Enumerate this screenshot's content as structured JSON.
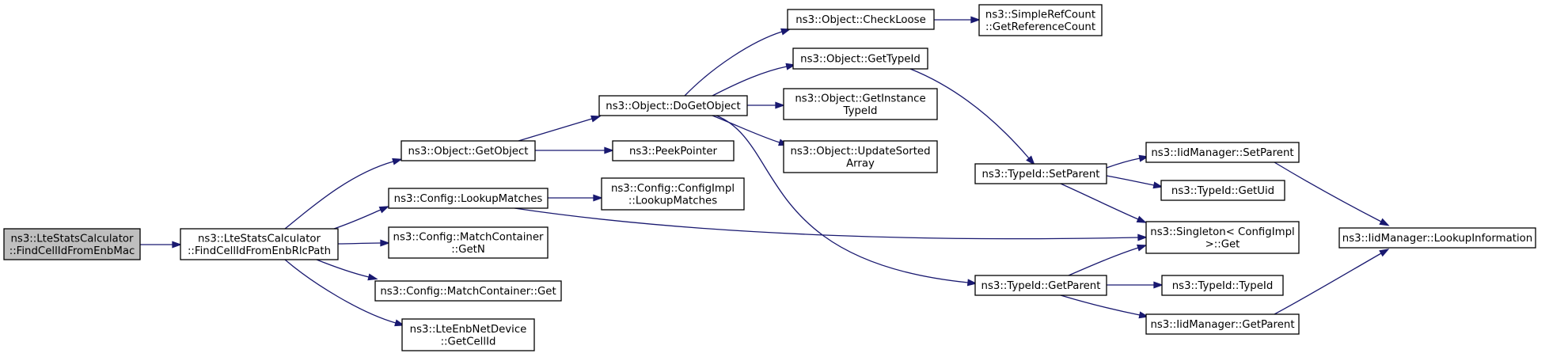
{
  "colors": {
    "edge": "#191970",
    "node_fill": "#ffffff",
    "root_fill": "#bfbfbf",
    "node_stroke": "#000000"
  },
  "nodes": [
    {
      "id": "root",
      "lines": [
        "ns3::LteStatsCalculator",
        "::FindCellIdFromEnbMac"
      ],
      "root": true
    },
    {
      "id": "findcellrlc",
      "lines": [
        "ns3::LteStatsCalculator",
        "::FindCellIdFromEnbRlcPath"
      ]
    },
    {
      "id": "getobject",
      "lines": [
        "ns3::Object::GetObject"
      ]
    },
    {
      "id": "lookupmatches",
      "lines": [
        "ns3::Config::LookupMatches"
      ]
    },
    {
      "id": "getn",
      "lines": [
        "ns3::Config::MatchContainer",
        "::GetN"
      ]
    },
    {
      "id": "mcget",
      "lines": [
        "ns3::Config::MatchContainer::Get"
      ]
    },
    {
      "id": "getcellid",
      "lines": [
        "ns3::LteEnbNetDevice",
        "::GetCellId"
      ]
    },
    {
      "id": "dogetobject",
      "lines": [
        "ns3::Object::DoGetObject"
      ]
    },
    {
      "id": "peekpointer",
      "lines": [
        "ns3::PeekPointer"
      ]
    },
    {
      "id": "configimpllookup",
      "lines": [
        "ns3::Config::ConfigImpl",
        "::LookupMatches"
      ]
    },
    {
      "id": "checkloose",
      "lines": [
        "ns3::Object::CheckLoose"
      ]
    },
    {
      "id": "gettypeid",
      "lines": [
        "ns3::Object::GetTypeId"
      ]
    },
    {
      "id": "getinstancetypeid",
      "lines": [
        "ns3::Object::GetInstance",
        "TypeId"
      ]
    },
    {
      "id": "updatesorted",
      "lines": [
        "ns3::Object::UpdateSorted",
        "Array"
      ]
    },
    {
      "id": "getrefcount",
      "lines": [
        "ns3::SimpleRefCount",
        "::GetReferenceCount"
      ]
    },
    {
      "id": "setparent",
      "lines": [
        "ns3::TypeId::SetParent"
      ]
    },
    {
      "id": "typeidgetparent",
      "lines": [
        "ns3::TypeId::GetParent"
      ]
    },
    {
      "id": "iidsetparent",
      "lines": [
        "ns3::IidManager::SetParent"
      ]
    },
    {
      "id": "getuid",
      "lines": [
        "ns3::TypeId::GetUid"
      ]
    },
    {
      "id": "singletonget",
      "lines": [
        "ns3::Singleton< ConfigImpl",
        " >::Get"
      ]
    },
    {
      "id": "typeidctor",
      "lines": [
        "ns3::TypeId::TypeId"
      ]
    },
    {
      "id": "iidgetparent",
      "lines": [
        "ns3::IidManager::GetParent"
      ]
    },
    {
      "id": "lookupinfo",
      "lines": [
        "ns3::IidManager::LookupInformation"
      ]
    }
  ],
  "edges": [
    {
      "from": "root",
      "to": "findcellrlc"
    },
    {
      "from": "findcellrlc",
      "to": "getobject"
    },
    {
      "from": "findcellrlc",
      "to": "lookupmatches"
    },
    {
      "from": "findcellrlc",
      "to": "getn"
    },
    {
      "from": "findcellrlc",
      "to": "mcget"
    },
    {
      "from": "findcellrlc",
      "to": "getcellid"
    },
    {
      "from": "getobject",
      "to": "dogetobject"
    },
    {
      "from": "getobject",
      "to": "peekpointer"
    },
    {
      "from": "lookupmatches",
      "to": "configimpllookup"
    },
    {
      "from": "lookupmatches",
      "to": "singletonget"
    },
    {
      "from": "dogetobject",
      "to": "checkloose"
    },
    {
      "from": "dogetobject",
      "to": "gettypeid"
    },
    {
      "from": "dogetobject",
      "to": "getinstancetypeid"
    },
    {
      "from": "dogetobject",
      "to": "updatesorted"
    },
    {
      "from": "dogetobject",
      "to": "typeidgetparent"
    },
    {
      "from": "checkloose",
      "to": "getrefcount"
    },
    {
      "from": "gettypeid",
      "to": "setparent"
    },
    {
      "from": "setparent",
      "to": "iidsetparent"
    },
    {
      "from": "setparent",
      "to": "getuid"
    },
    {
      "from": "setparent",
      "to": "singletonget"
    },
    {
      "from": "typeidgetparent",
      "to": "singletonget"
    },
    {
      "from": "typeidgetparent",
      "to": "typeidctor"
    },
    {
      "from": "typeidgetparent",
      "to": "iidgetparent"
    },
    {
      "from": "iidsetparent",
      "to": "lookupinfo"
    },
    {
      "from": "iidgetparent",
      "to": "lookupinfo"
    }
  ]
}
